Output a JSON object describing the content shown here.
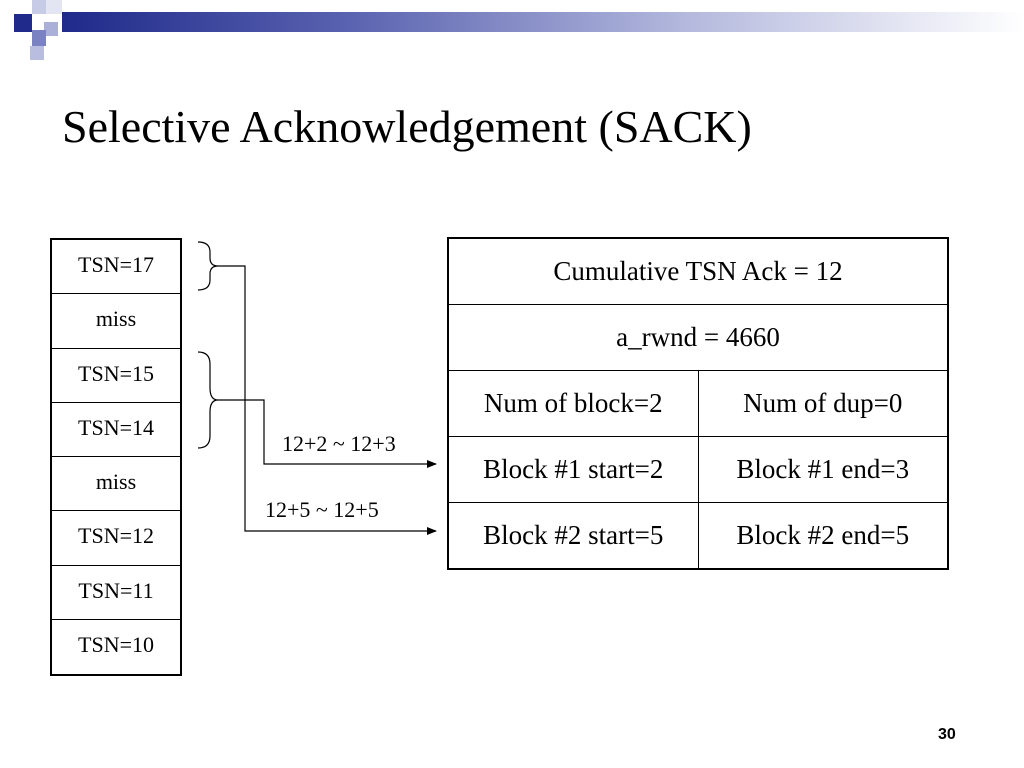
{
  "slide": {
    "title": "Selective Acknowledgement (SACK)",
    "number": "30"
  },
  "tsn_stack": [
    "TSN=17",
    "miss",
    "TSN=15",
    "TSN=14",
    "miss",
    "TSN=12",
    "TSN=11",
    "TSN=10"
  ],
  "sack_table": {
    "cumulative": "Cumulative TSN Ack = 12",
    "a_rwnd": "a_rwnd = 4660",
    "num_blocks": "Num of block=2",
    "num_dup": "Num of dup=0",
    "block1_start": "Block #1 start=2",
    "block1_end": "Block #1 end=3",
    "block2_start": "Block #2 start=5",
    "block2_end": "Block #2 end=5"
  },
  "ranges": {
    "block1": "12+2 ~ 12+3",
    "block2": "12+5 ~ 12+5"
  }
}
